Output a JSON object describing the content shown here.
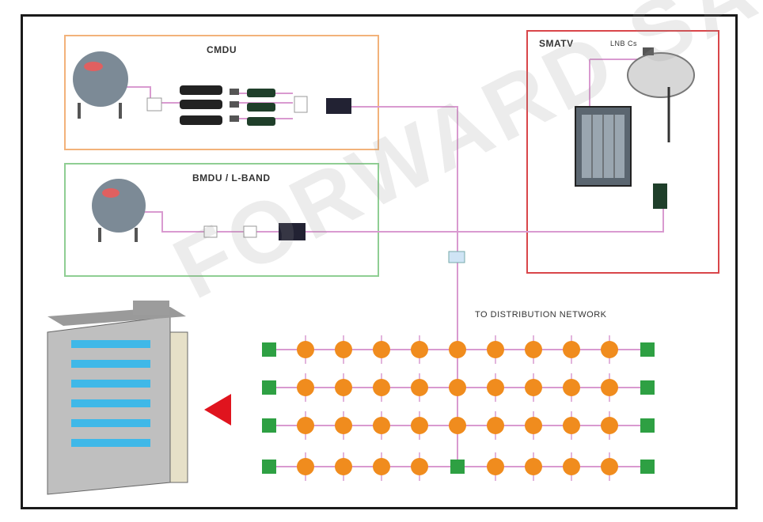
{
  "diagram": {
    "panels": {
      "cmdu": {
        "title": "CMDU"
      },
      "bmdu": {
        "title": "BMDU / L-BAND"
      },
      "smatv": {
        "title": "SMATV",
        "lnb_label": "LNB Cs"
      }
    },
    "distribution_caption": "TO DISTRIBUTION NETWORK",
    "watermark": "FORWARD SAT",
    "colors": {
      "frame": "#1a1a1a",
      "cmdu_border": "#f2b27a",
      "bmdu_border": "#8fce93",
      "smatv_border": "#d9464a",
      "cable": "#d99ad0",
      "tap": "#f08c1e",
      "amplifier": "#2ea043",
      "arrow": "#e0141e"
    }
  }
}
